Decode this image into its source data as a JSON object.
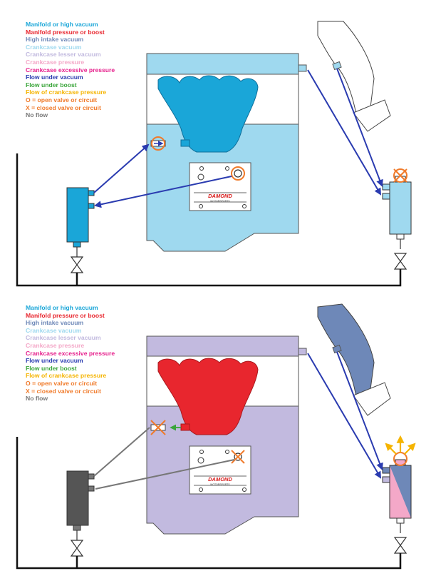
{
  "legend": [
    {
      "text": "Manifold or high vacuum",
      "color": "#1aa6d8"
    },
    {
      "text": "Manifold pressure or boost",
      "color": "#e8262e"
    },
    {
      "text": "High intake vacuum",
      "color": "#6e88b8"
    },
    {
      "text": "Crankcase vacuum",
      "color": "#9fd9ef"
    },
    {
      "text": "Crankcase lesser vacuum",
      "color": "#c2badf"
    },
    {
      "text": "Crankcase pressure",
      "color": "#f4a8c8"
    },
    {
      "text": "Crankcase excessive pressure",
      "color": "#e6208c"
    },
    {
      "text": "Flow under vacuum",
      "color": "#2a3bb0"
    },
    {
      "text": "Flow under boost",
      "color": "#3aa53a"
    },
    {
      "text": "Flow of crankcase pressure",
      "color": "#f5b400"
    },
    {
      "text": "O = open valve or circuit",
      "color": "#f07a2a"
    },
    {
      "text": "X = closed valve or circuit",
      "color": "#f07a2a"
    },
    {
      "text": "No flow",
      "color": "#777777"
    }
  ],
  "plate_logo": {
    "brand": "DAMOND",
    "sub": "MOTORSPORTS"
  },
  "colors": {
    "crankcase_vacuum": "#9fd9ef",
    "crankcase_lesser_vacuum": "#c2badf",
    "manifold_vacuum": "#1aa6d8",
    "manifold_boost": "#e8262e",
    "intake_vacuum": "#6e88b8",
    "crankcase_pressure": "#f4a8c8",
    "flow_vacuum": "#2a3bb0",
    "flow_boost": "#3aa53a",
    "flow_crankcase": "#f5b400",
    "valve": "#f07a2a",
    "no_flow": "#777777",
    "catch_can_idle": "#1aa6d8",
    "catch_can_boost": "#555555",
    "pipe": "#111111"
  },
  "states": [
    {
      "name": "vacuum",
      "head": "crankcase_vacuum",
      "manifold": "manifold_vacuum",
      "intake": "none"
    },
    {
      "name": "boost",
      "head": "crankcase_lesser_vacuum",
      "manifold": "manifold_boost",
      "intake": "intake_vacuum"
    }
  ]
}
